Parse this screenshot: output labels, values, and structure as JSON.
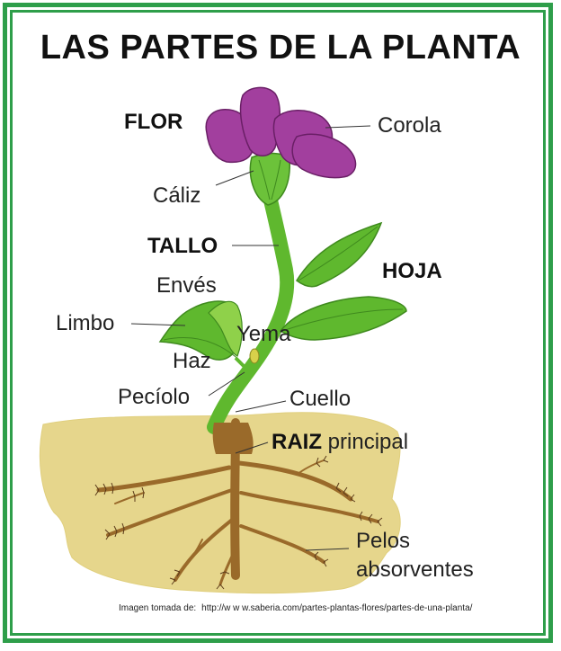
{
  "title": "LAS PARTES DE LA PLANTA",
  "labels": {
    "flor": "FLOR",
    "corola": "Corola",
    "caliz": "Cáliz",
    "tallo": "TALLO",
    "hoja": "HOJA",
    "enves": "Envés",
    "limbo": "Limbo",
    "yema": "Yema",
    "haz": "Haz",
    "peciolo": "Pecíolo",
    "cuello": "Cuello",
    "raiz": "RAIZ",
    "principal": "principal",
    "pelos": "Pelos",
    "absorventes": "absorventes"
  },
  "credit": {
    "prefix": "Imagen tomada de:",
    "url": "http://w w w.saberia.com/partes-plantas-flores/partes-de-una-planta/"
  },
  "colors": {
    "frame": "#2e9e4a",
    "petal": "#a23f9e",
    "leaf": "#5fb82e",
    "soil": "#e6d68c",
    "root": "#9a6a2a"
  }
}
